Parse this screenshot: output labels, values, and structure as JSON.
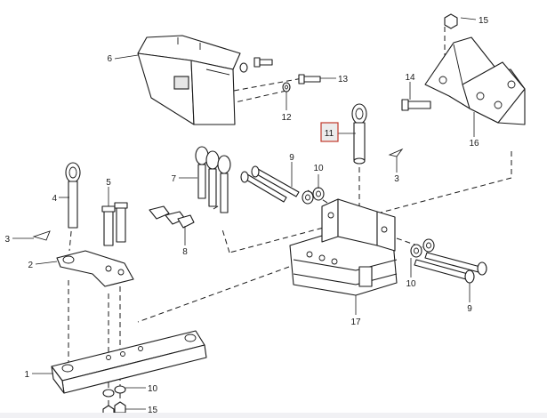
{
  "diagram": {
    "highlight_color": "#c0392b",
    "callouts": {
      "c1": "1",
      "c2": "2",
      "c3a": "3",
      "c3b": "3",
      "c4": "4",
      "c5": "5",
      "c6": "6",
      "c7": "7",
      "c8": "8",
      "c9a": "9",
      "c9b": "9",
      "c10a": "10",
      "c10b": "10",
      "c10c": "10",
      "c11": "11",
      "c12": "12",
      "c13": "13",
      "c14": "14",
      "c15a": "15",
      "c15b": "15",
      "c16": "16",
      "c17": "17"
    }
  }
}
